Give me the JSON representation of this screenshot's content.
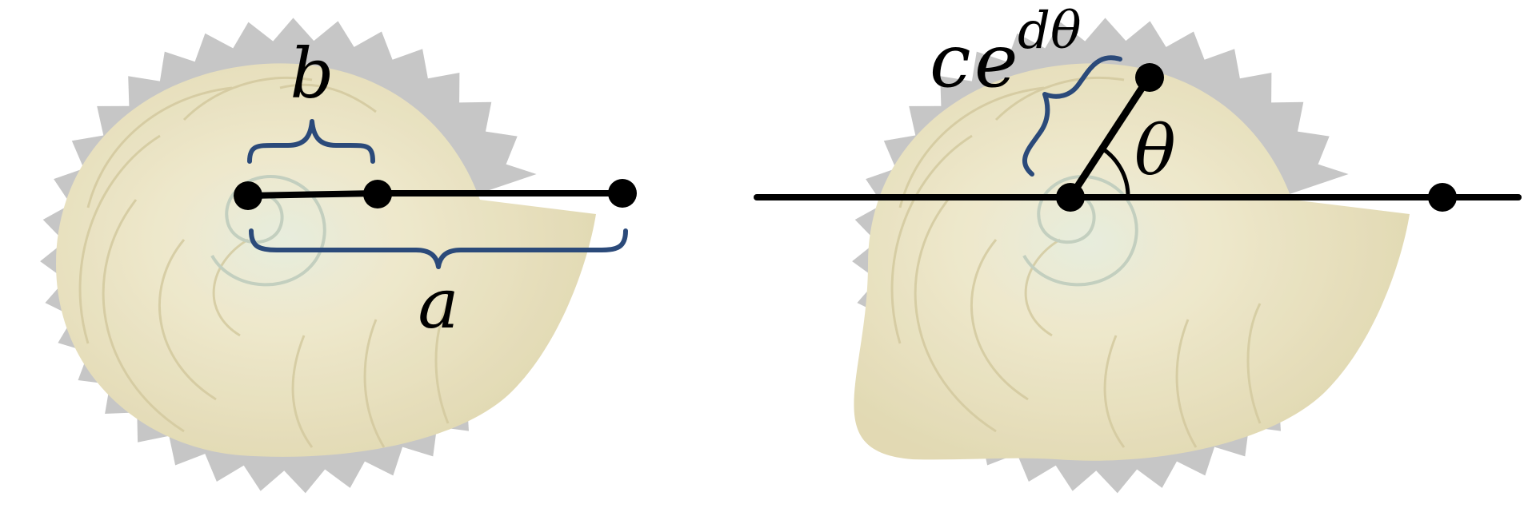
{
  "colors": {
    "line": "#000000",
    "brace": "#2b4a7a",
    "shell_light": "#e9e3c6",
    "shell_dark": "#d9cf9e",
    "shell_shadow": "#b9b9b9"
  },
  "left_diagram": {
    "label_b": "b",
    "label_a": "a"
  },
  "right_diagram": {
    "label_c": "c",
    "label_e": "e",
    "label_exponent": "dθ",
    "label_theta": "θ"
  }
}
